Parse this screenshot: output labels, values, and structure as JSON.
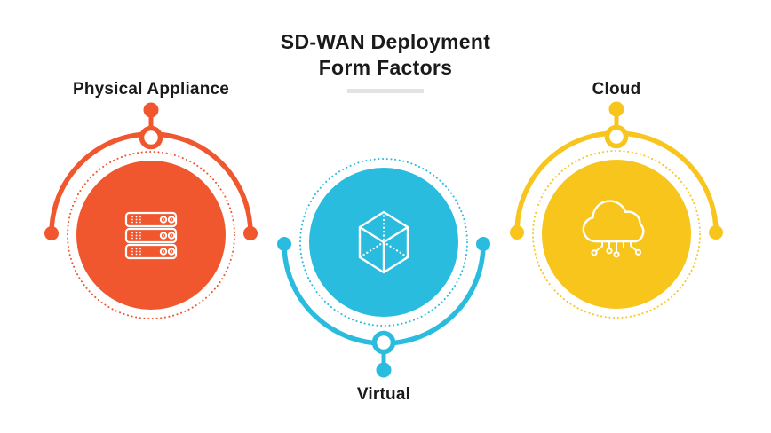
{
  "title": {
    "line1": "SD-WAN Deployment",
    "line2": "Form Factors"
  },
  "nodes": [
    {
      "label": "Physical Appliance",
      "color": "#F0572F",
      "icon": "server-icon",
      "connector": "top"
    },
    {
      "label": "Virtual",
      "color": "#29BCDE",
      "icon": "cube-icon",
      "connector": "bottom"
    },
    {
      "label": "Cloud",
      "color": "#F8C51D",
      "icon": "cloud-circuit-icon",
      "connector": "top"
    }
  ],
  "theme": {
    "background": "#FFFFFF",
    "title_color": "#1A1A1A",
    "label_color": "#1A1A1A",
    "underline_color": "#E3E3E3",
    "icon_stroke": "#FFFFFF"
  }
}
